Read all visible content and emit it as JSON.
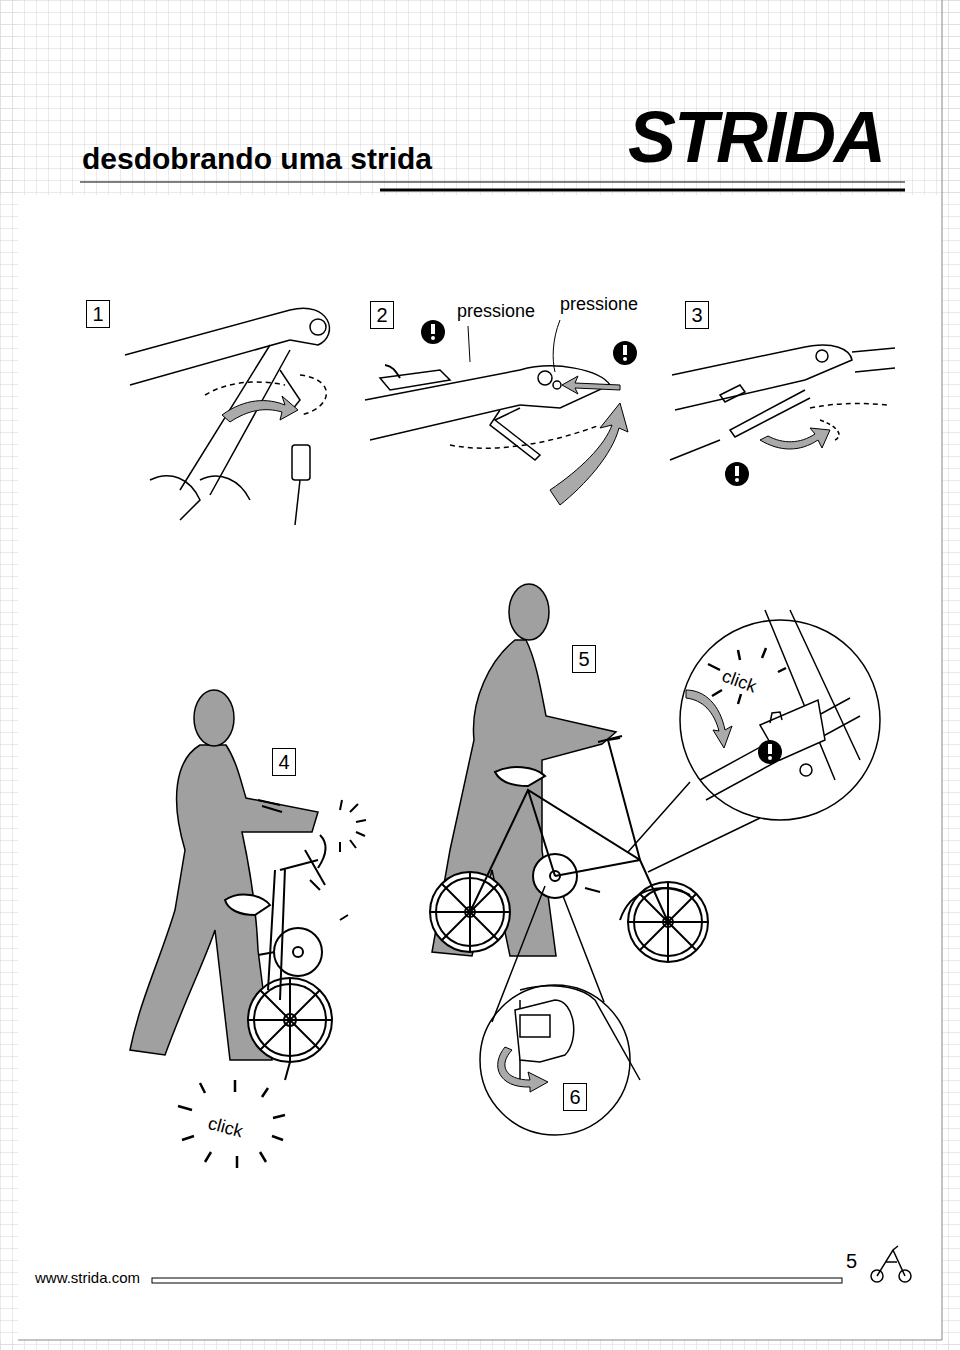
{
  "diagram": {
    "title": "desdobrando uma strida",
    "nodes": [
      {
        "text": [
          "1"
        ]
      },
      {
        "text": [
          "2"
        ]
      },
      {
        "text": [
          "3"
        ]
      },
      {
        "text": [
          "5"
        ]
      },
      {
        "text": [
          "4"
        ]
      },
      {
        "text": [
          "6"
        ]
      }
    ],
    "labels": [
      "STRIDA",
      "pressione",
      "pressione",
      "click",
      "click",
      "www.strida.com",
      "5"
    ]
  }
}
